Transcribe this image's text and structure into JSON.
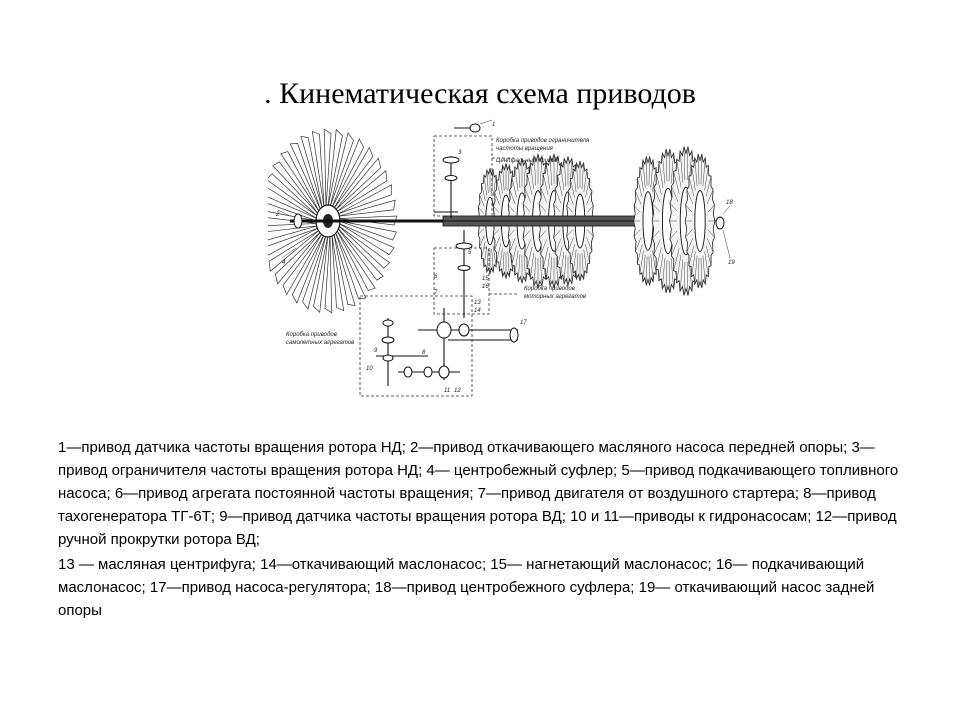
{
  "slide": {
    "title": ". Кинематическая схема приводов"
  },
  "diagram": {
    "labels": {
      "top_box_line1": "Коробка приводов ограничителя",
      "top_box_line2": "частоты вращения",
      "central_drive": "Центральный привод",
      "upper_box_line1": "Коробка приводов",
      "upper_box_line2": "моторных агрегатов",
      "lower_box_line1": "Коробка приводов",
      "lower_box_line2": "самолетных агрегатов"
    },
    "numbers": {
      "n1": "1",
      "n2": "2",
      "n3": "3",
      "n4": "4",
      "n5": "5",
      "n6": "6",
      "n7": "7",
      "n8": "8",
      "n9": "9",
      "n10": "10",
      "n11": "11",
      "n12": "12",
      "n13": "13",
      "n14": "14",
      "n15": "15",
      "n16": "16",
      "n17": "17",
      "n18": "18",
      "n19": "19"
    }
  },
  "caption": {
    "paragraph1": "1—привод датчика частоты вращения ротора НД; 2—привод откачивающего масляного насоса передней опоры; 3— привод ограничителя частоты вращения ротора НД; 4— центробежный суфлер; 5—привод подкачивающего топливного насоса; 6—привод агрегата постоянной частоты вращения; 7—привод двигателя от воздушного стартера; 8—привод тахогенератора ТГ-6Т; 9—привод датчика частоты вращения ротора ВД; 10 и 11—приводы к гидронасосам; 12—привод ручной прокрутки ротора ВД;",
    "paragraph2": "13 — масляная центрифуга; 14—откачивающий маслонасос; 15— нагнетающий маслонасос; 16— подкачивающий маслонасос; 17—привод насоса-регулятора; 18—привод центробежного суфлера; 19— откачивающий насос задней опоры"
  }
}
